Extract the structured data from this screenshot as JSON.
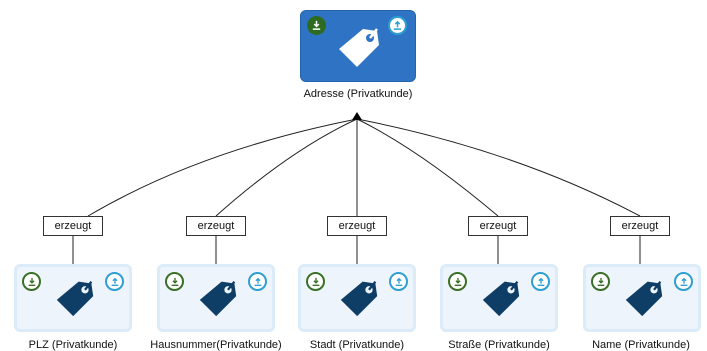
{
  "root": {
    "label": "Adresse (Privatkunde)",
    "icon": "tag-icon"
  },
  "edge_label": "erzeugt",
  "children": [
    {
      "label": "PLZ (Privatkunde)"
    },
    {
      "label": "Hausnummer(Privatkunde)"
    },
    {
      "label": "Stadt (Privatkunde)"
    },
    {
      "label": "Straße (Privatkunde)"
    },
    {
      "label": "Name (Privatkunde)"
    }
  ],
  "colors": {
    "root_fill": "#2f74c4",
    "child_fill": "#edf4fb",
    "tag_dark": "#0e3d66",
    "import_green": "#2e6b22",
    "export_blue": "#2f9ed1"
  }
}
